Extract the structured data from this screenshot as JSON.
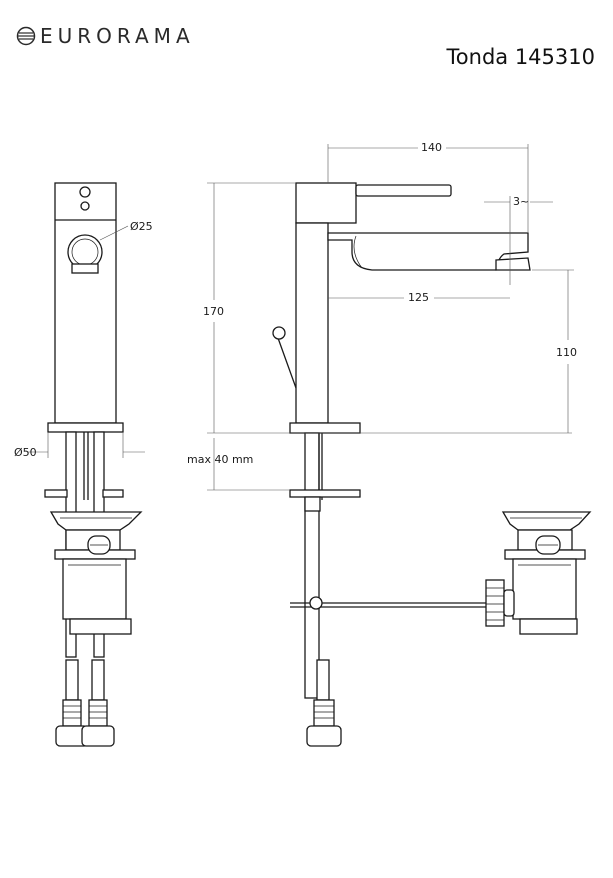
{
  "header": {
    "brand": "EURORAMA",
    "model": "Tonda 145310"
  },
  "dimensions": {
    "d25": "Ø25",
    "d50": "Ø50",
    "h170": "170",
    "h110": "110",
    "w140": "140",
    "w125": "125",
    "offset3": "3~",
    "maxdepth": "max 40 mm"
  }
}
